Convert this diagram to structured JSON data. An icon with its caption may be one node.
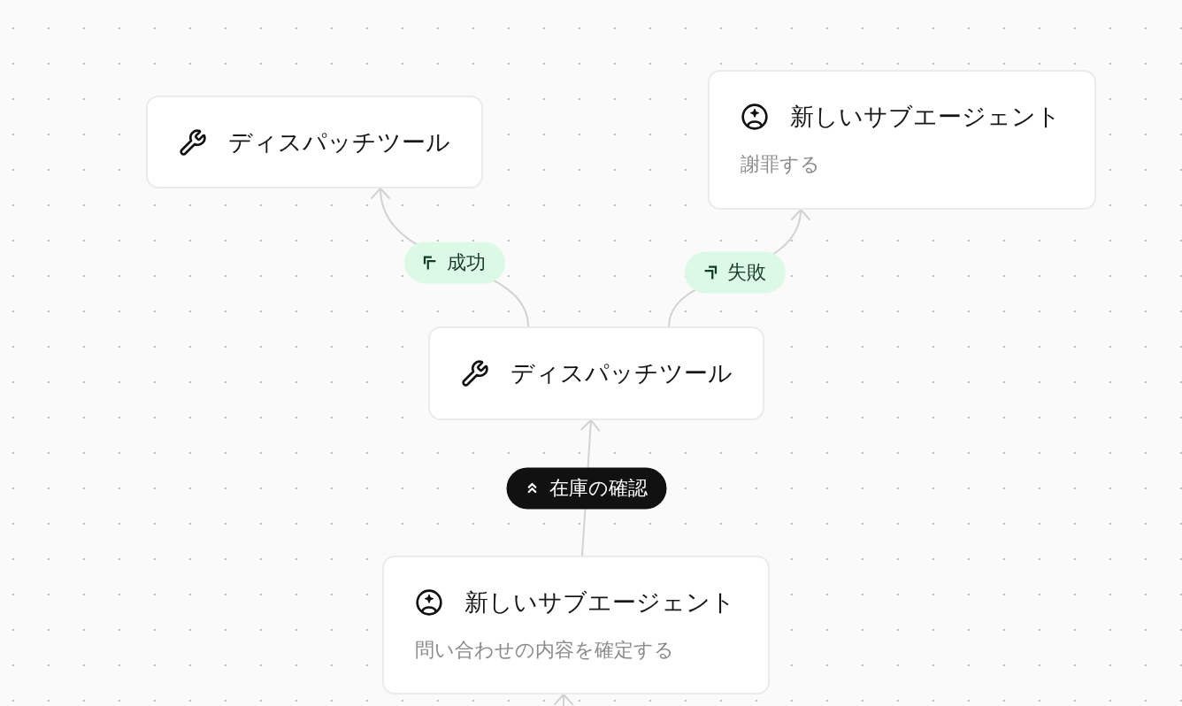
{
  "diagram": {
    "nodes": [
      {
        "text": [
          "ディスパッチツール"
        ]
      },
      {
        "text": [
          "新しいサブエージェント",
          "謝罪する"
        ]
      },
      {
        "text": [
          "ディスパッチツール"
        ]
      },
      {
        "text": [
          "新しいサブエージェント",
          "問い合わせの内容を確定する"
        ]
      }
    ],
    "edges": [
      {
        "from": 3,
        "to": 2,
        "arrow": "to",
        "label": "在庫の確認"
      },
      {
        "from": 2,
        "to": 0,
        "arrow": "to",
        "label": "成功"
      },
      {
        "from": 2,
        "to": 1,
        "arrow": "to",
        "label": "失敗"
      },
      {
        "from": null,
        "to": 3,
        "arrow": "to"
      }
    ]
  }
}
